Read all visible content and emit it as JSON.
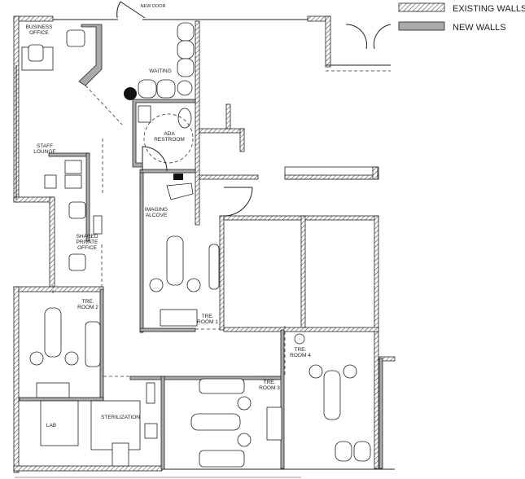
{
  "legend": {
    "existing_walls": "EXISTING WALLS",
    "new_walls": "NEW WALLS"
  },
  "annotations": {
    "new_door": "NEW DOOR"
  },
  "rooms": {
    "business_office": [
      "BUSINESS",
      "OFFICE"
    ],
    "waiting": [
      "WAITING"
    ],
    "staff_lounge": [
      "STAFF",
      "LOUNGE"
    ],
    "ada_restroom": [
      "ADA",
      "RESTROOM"
    ],
    "imaging_alcove": [
      "IMAGING",
      "ALCOVE"
    ],
    "shared_private_office": [
      "SHARED",
      "PRIVATE",
      "OFFICE"
    ],
    "tre_room_1": [
      "TRE.",
      "ROOM 1"
    ],
    "tre_room_2": [
      "TRE.",
      "ROOM 2"
    ],
    "tre_room_3": [
      "TRE.",
      "ROOM 3"
    ],
    "tre_room_4": [
      "TRE.",
      "ROOM 4"
    ],
    "lab": [
      "LAB"
    ],
    "sterilization": [
      "STERILIZATION"
    ]
  },
  "colors": {
    "line": "#222222",
    "new_wall_fill": "#aaaaaa"
  }
}
